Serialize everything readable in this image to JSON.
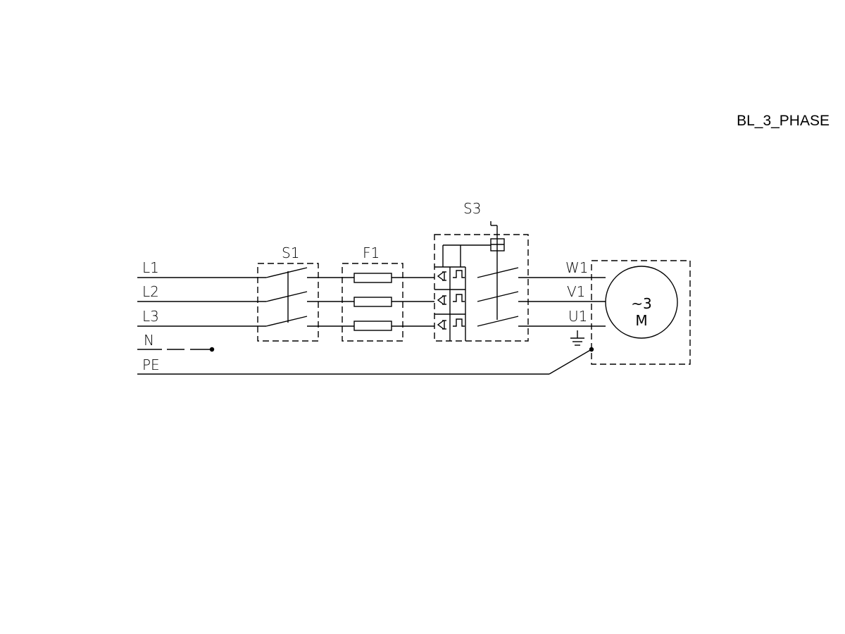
{
  "drawing": {
    "title": "BL_3_PHASE"
  },
  "lines": {
    "l1": "L1",
    "l2": "L2",
    "l3": "L3",
    "n": "N",
    "pe": "PE"
  },
  "components": {
    "switch": "S1",
    "fuse": "F1",
    "protector": "S3"
  },
  "terminals": {
    "w": "W1",
    "v": "V1",
    "u": "U1"
  },
  "motor": {
    "phase": "~3",
    "letter": "M"
  }
}
